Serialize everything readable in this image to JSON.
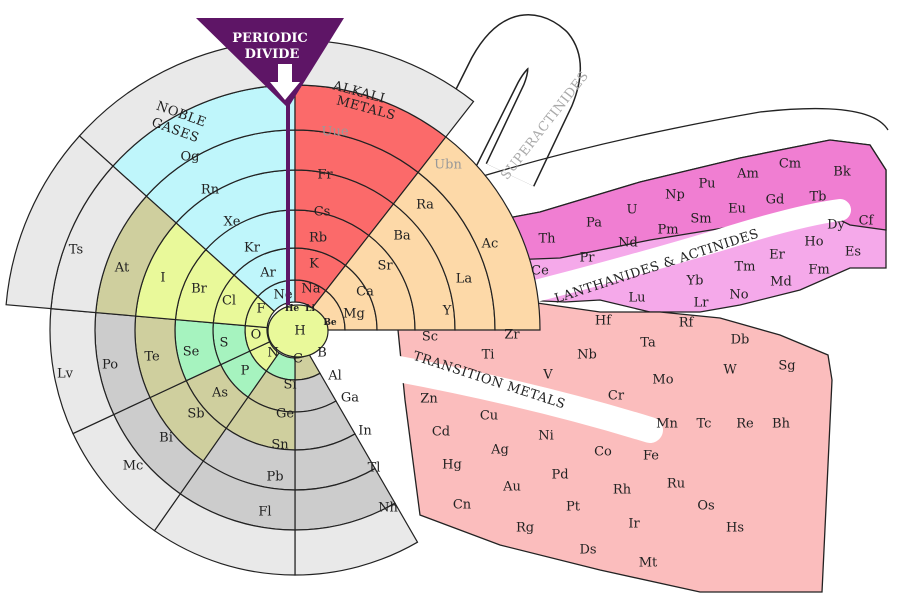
{
  "title": {
    "line1": "PERIODIC",
    "line2": "DIVIDE"
  },
  "group_labels": {
    "noble_gases": [
      "NOBLE",
      "GASES"
    ],
    "alkali_metals": [
      "ALKALI",
      "METALS"
    ],
    "superactinides": "SUPERACTINIDES",
    "lanthanides_actinides": "LANTHANIDES & ACTINIDES",
    "transition_metals": "TRANSITION METALS"
  },
  "colors": {
    "divide": "#5e1566",
    "alkali": "#fb6a6a",
    "alkaline_earth": "#fdd9a8",
    "noble": "#bff6fb",
    "halogen": "#e9f99a",
    "chalcogen_inner": "#a6f3bf",
    "metalloid_olive": "#cfcf9e",
    "grey_dark": "#cccccc",
    "grey_light": "#e9e9e9",
    "transition": "#fbbdbd",
    "lanthanide": "#f7b6ee",
    "actinide": "#f07ed2"
  },
  "elements": {
    "core": [
      "H",
      "He",
      "Li",
      "Be",
      "B",
      "C",
      "N",
      "O",
      "F",
      "Ne",
      "Na",
      "Mg",
      "Al",
      "Si",
      "P",
      "S",
      "Cl",
      "Ar",
      "K",
      "Ca",
      "Ga",
      "Ge",
      "As",
      "Se",
      "Br",
      "Kr",
      "Rb",
      "Sr",
      "In",
      "Sn",
      "Sb",
      "Te",
      "I",
      "Xe",
      "Cs",
      "Ba",
      "Tl",
      "Pb",
      "Bi",
      "Po",
      "At",
      "Rn",
      "Fr",
      "Ra",
      "Nh",
      "Fl",
      "Mc",
      "Lv",
      "Ts",
      "Og",
      "Uue",
      "Ubn"
    ],
    "transition": [
      "Sc",
      "Ti",
      "V",
      "Cr",
      "Mn",
      "Fe",
      "Co",
      "Ni",
      "Cu",
      "Zn",
      "Y",
      "Zr",
      "Nb",
      "Mo",
      "Tc",
      "Ru",
      "Rh",
      "Pd",
      "Ag",
      "Cd",
      "Hf",
      "Ta",
      "W",
      "Re",
      "Os",
      "Ir",
      "Pt",
      "Au",
      "Hg",
      "Rf",
      "Db",
      "Sg",
      "Bh",
      "Hs",
      "Mt",
      "Ds",
      "Rg",
      "Cn"
    ],
    "lanthanides": [
      "La",
      "Ce",
      "Pr",
      "Nd",
      "Pm",
      "Sm",
      "Eu",
      "Gd",
      "Tb",
      "Dy",
      "Ho",
      "Er",
      "Tm",
      "Yb",
      "Lu"
    ],
    "actinides": [
      "Ac",
      "Th",
      "Pa",
      "U",
      "Np",
      "Pu",
      "Am",
      "Cm",
      "Bk",
      "Cf",
      "Es",
      "Fm",
      "Md",
      "No",
      "Lr"
    ]
  }
}
